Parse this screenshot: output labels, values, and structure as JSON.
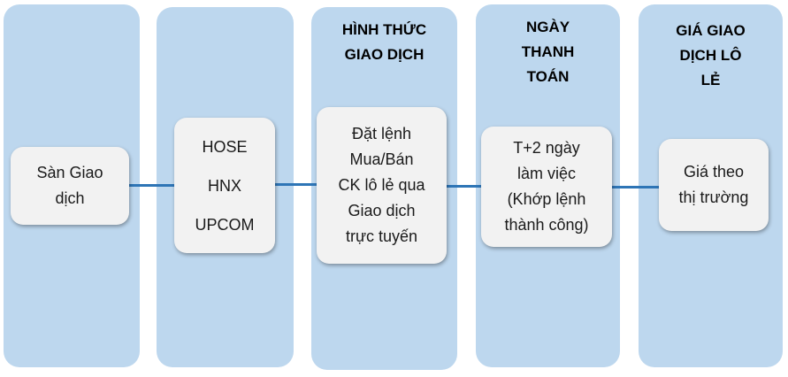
{
  "columns": [
    {
      "header": [],
      "node_lines": [
        "Sàn Giao",
        "dịch"
      ]
    },
    {
      "header": [],
      "node_lines": [
        "HOSE",
        "HNX",
        "UPCOM"
      ]
    },
    {
      "header": [
        "HÌNH THỨC",
        "GIAO DỊCH"
      ],
      "node_lines": [
        "Đặt lệnh",
        "Mua/Bán",
        "CK lô lẻ qua",
        "Giao dịch",
        "trực tuyến"
      ]
    },
    {
      "header": [
        "NGÀY",
        "THANH",
        "TOÁN"
      ],
      "node_lines": [
        "T+2 ngày",
        "làm việc",
        "(Khớp lệnh",
        "thành công)"
      ]
    },
    {
      "header": [
        "GIÁ GIAO",
        "DỊCH LÔ",
        "LẺ"
      ],
      "node_lines": [
        "Giá theo",
        "thị trường"
      ]
    }
  ],
  "colors": {
    "column_fill": "#bdd7ee",
    "node_fill": "#f2f2f2",
    "connector": "#2e75b6"
  }
}
